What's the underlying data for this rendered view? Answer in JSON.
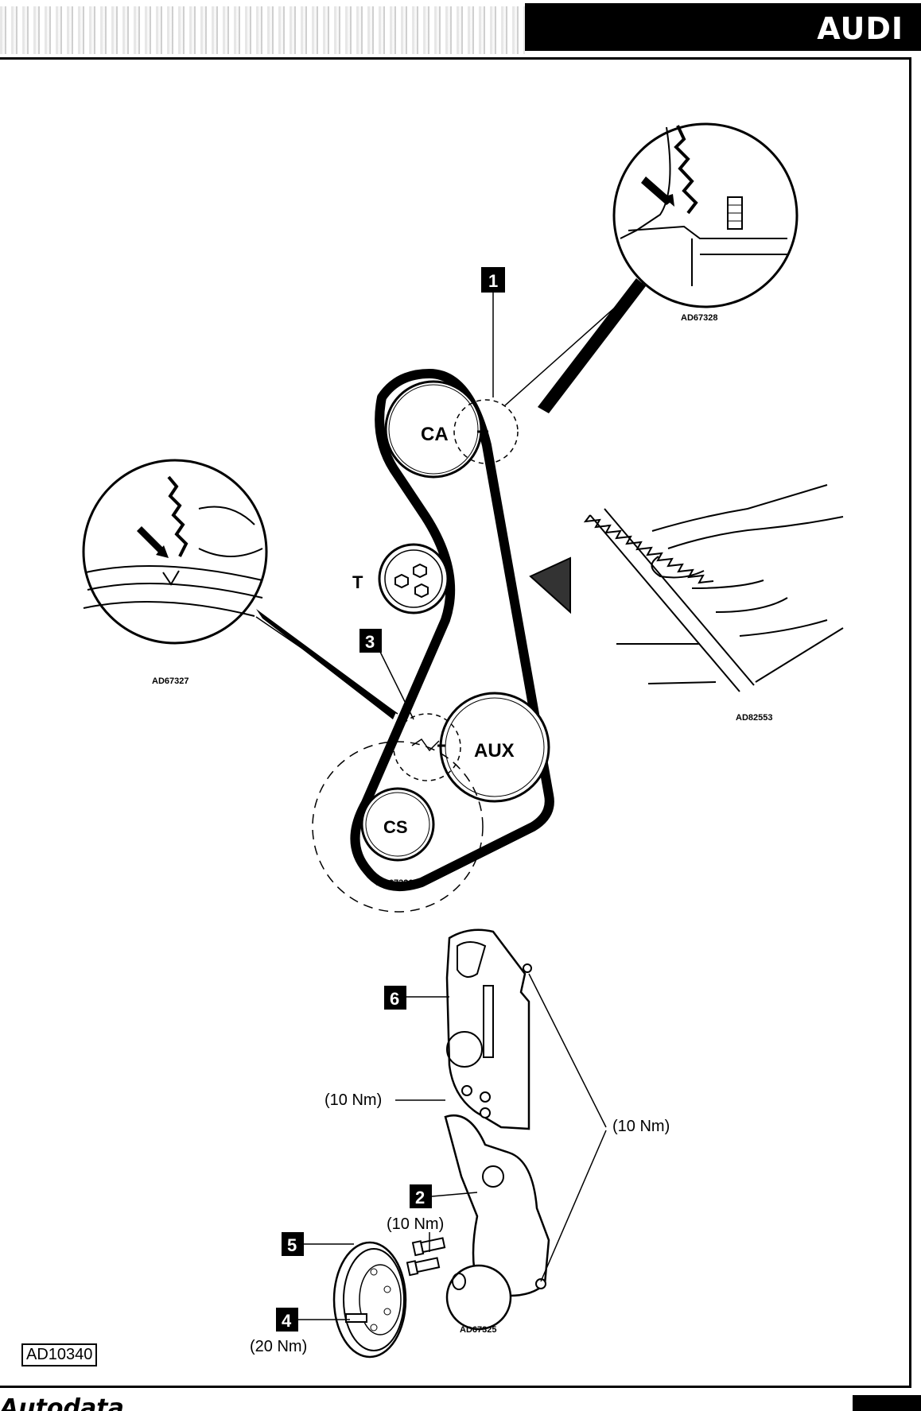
{
  "header": {
    "brand": "AUDI"
  },
  "figure_code": "AD10340",
  "footer": {
    "logo": "Autodata"
  },
  "pulleys": {
    "camshaft": "CA",
    "tensioner": "T",
    "auxiliary": "AUX",
    "crankshaft": "CS"
  },
  "callouts": [
    "1",
    "2",
    "3",
    "4",
    "5",
    "6"
  ],
  "image_refs": {
    "cam_detail": "AD67328",
    "aux_detail": "AD67327",
    "belt_drive": "AD67326",
    "belt_check": "AD82553",
    "tensioner_assembly": "AD67325"
  },
  "torques": {
    "cover_bolt": "(10 Nm)",
    "cover_bolts_right": "(10 Nm)",
    "tensioner_bolt": "(10 Nm)",
    "pulley_bolt": "(20 Nm)"
  }
}
